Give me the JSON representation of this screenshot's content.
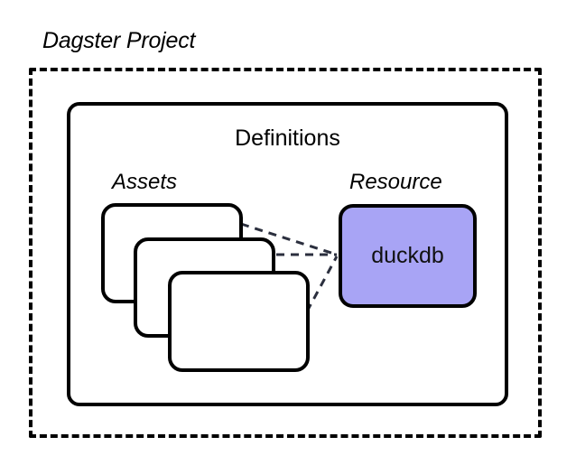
{
  "diagram": {
    "title": "Dagster Project",
    "background_color": "#ffffff",
    "stroke_color": "#000000",
    "connector_color": "#2b2f3e",
    "resource_fill_color": "#a8a4f5",
    "container": {
      "label": "Definitions",
      "border_style": "solid"
    },
    "outer_boundary": {
      "label": "Dagster Project",
      "border_style": "dashed"
    },
    "groups": [
      {
        "label": "Assets",
        "style": "italic"
      },
      {
        "label": "Resource",
        "style": "italic"
      }
    ],
    "assets": [
      {
        "label": ""
      },
      {
        "label": ""
      },
      {
        "label": ""
      }
    ],
    "resource": {
      "label": "duckdb"
    },
    "connections": [
      {
        "from": "asset-card-1",
        "to": "duckdb",
        "style": "dashed"
      },
      {
        "from": "asset-card-2",
        "to": "duckdb",
        "style": "dashed"
      },
      {
        "from": "asset-card-3",
        "to": "duckdb",
        "style": "dashed"
      }
    ]
  }
}
